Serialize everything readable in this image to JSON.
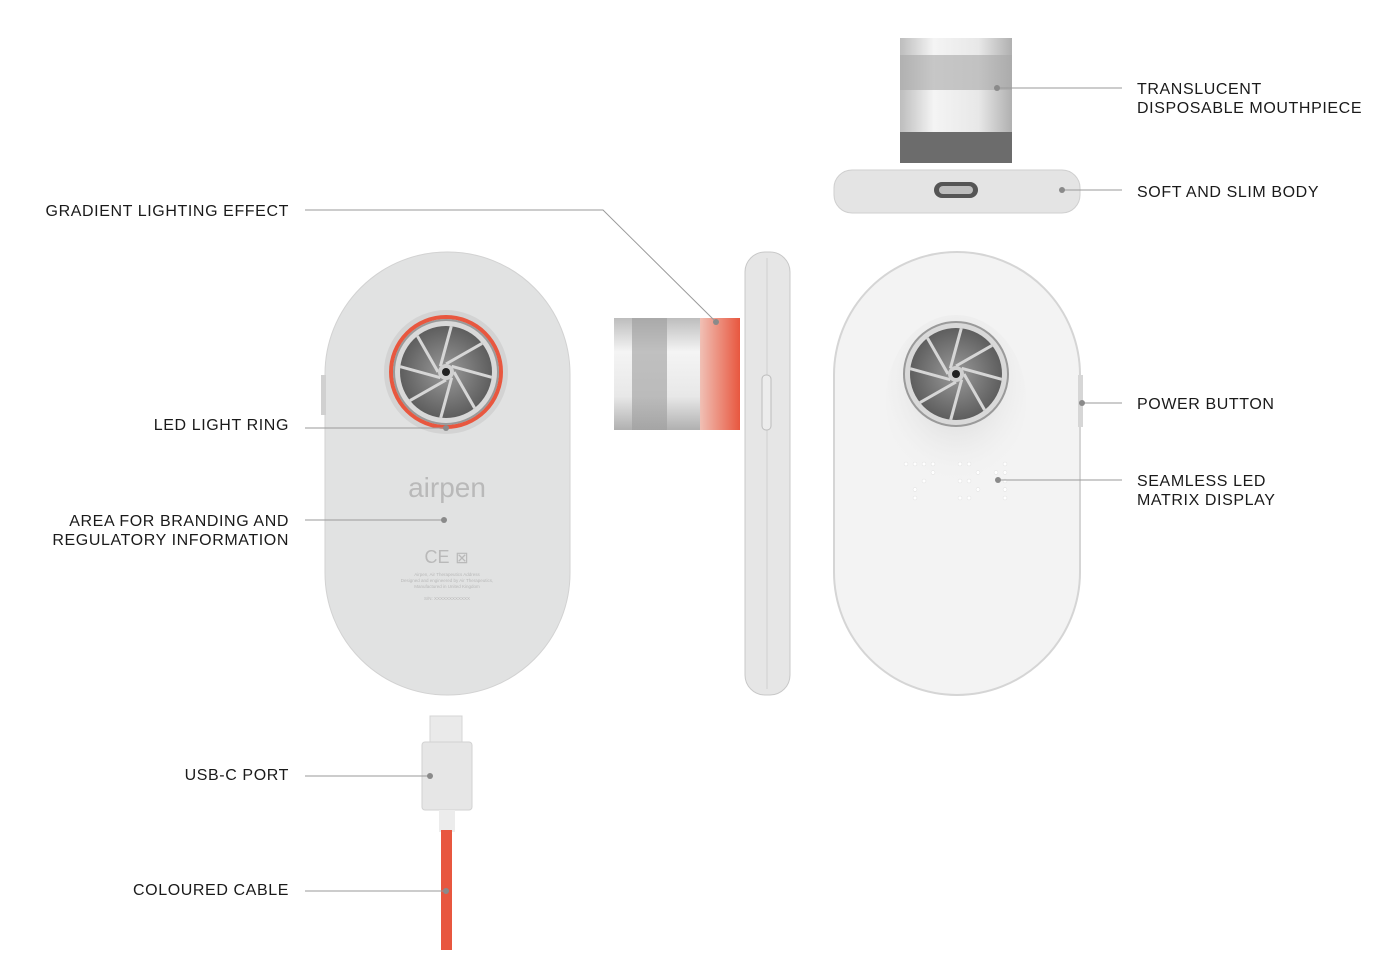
{
  "labels": {
    "gradient_lighting": "GRADIENT LIGHTING EFFECT",
    "led_ring": "LED LIGHT RING",
    "branding_area": [
      "AREA FOR BRANDING AND",
      "REGULATORY INFORMATION"
    ],
    "usb_port": "USB-C PORT",
    "cable": "COLOURED CABLE",
    "mouthpiece": [
      "TRANSLUCENT",
      "DISPOSABLE MOUTHPIECE"
    ],
    "body": "SOFT AND SLIM BODY",
    "power_button": "POWER BUTTON",
    "led_matrix": [
      "SEAMLESS LED",
      "MATRIX DISPLAY"
    ]
  },
  "device": {
    "brand": "airpen",
    "regulatory_marks": "CE",
    "fine_print": [
      "Airpen, Air Therapeutics Address",
      "Designed and engineered by Air Therapeutics,",
      "Manufactured in United Kingdom"
    ],
    "serial": "S/N: XXXXXXXXXXXX"
  },
  "colors": {
    "accent": "#e8573f",
    "body": "#e2e3e3",
    "body_front": "#f2f2f2",
    "fan": "#7a7a7a"
  }
}
